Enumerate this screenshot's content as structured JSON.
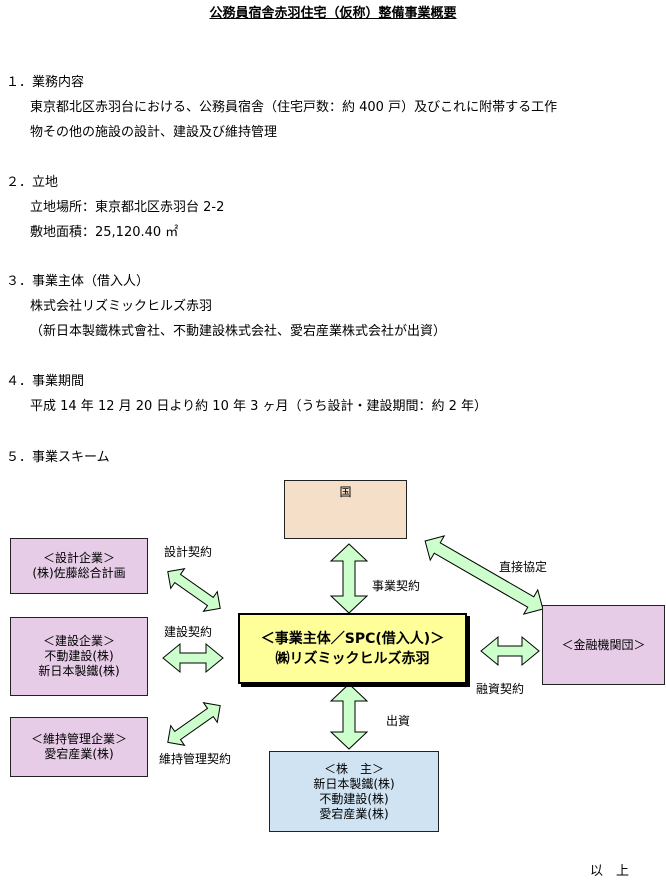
{
  "title": "公務員宿舎赤羽住宅（仮称）整備事業概要",
  "sections": {
    "s1": {
      "heading": "１．業務内容",
      "line1": "東京都北区赤羽台における、公務員宿舎（住宅戸数：約 400 戸）及びこれに附帯する工作",
      "line2": "物その他の施設の設計、建設及び維持管理"
    },
    "s2": {
      "heading": "２．立地",
      "line1": "立地場所：東京都北区赤羽台 2-2",
      "line2": "敷地面積：25,120.40 ㎡"
    },
    "s3": {
      "heading": "３．事業主体（借入人）",
      "line1": "株式会社リズミックヒルズ赤羽",
      "line2": "（新日本製鐵株式會社、不動建設株式会社、愛宕産業株式会社が出資）"
    },
    "s4": {
      "heading": "４．事業期間",
      "line1": "平成 14 年 12 月 20 日より約 10 年 3 ヶ月（うち設計・建設期間：約 2 年）"
    },
    "s5": {
      "heading": "５．事業スキーム"
    }
  },
  "diagram": {
    "country": "国",
    "design": {
      "title": "＜設計企業＞",
      "line1": "(株)佐藤総合計画"
    },
    "construction": {
      "title": "＜建設企業＞",
      "line1": "不動建設(株)",
      "line2": "新日本製鐵(株)"
    },
    "maintenance": {
      "title": "＜維持管理企業＞",
      "line1": "愛宕産業(株)"
    },
    "spc": {
      "title": "＜事業主体／SPC(借入人)＞",
      "line1": "㈱リズミックヒルズ赤羽"
    },
    "finance": {
      "title": "＜金融機関団＞"
    },
    "shareholders": {
      "title": "＜株　主＞",
      "line1": "新日本製鐵(株)",
      "line2": "不動建設(株)",
      "line3": "愛宕産業(株)"
    },
    "labels": {
      "design_contract": "設計契約",
      "construction_contract": "建設契約",
      "maintenance_contract": "維持管理契約",
      "business_contract": "事業契約",
      "direct_agreement": "直接協定",
      "loan_contract": "融資契約",
      "investment": "出資"
    },
    "colors": {
      "arrow_fill": "#ccffcc",
      "spc_fill": "#ffff99",
      "pink_fill": "#e6cce6",
      "tan_fill": "#f5dfc8",
      "blue_fill": "#cfe3f2"
    }
  },
  "closing": "以　上"
}
